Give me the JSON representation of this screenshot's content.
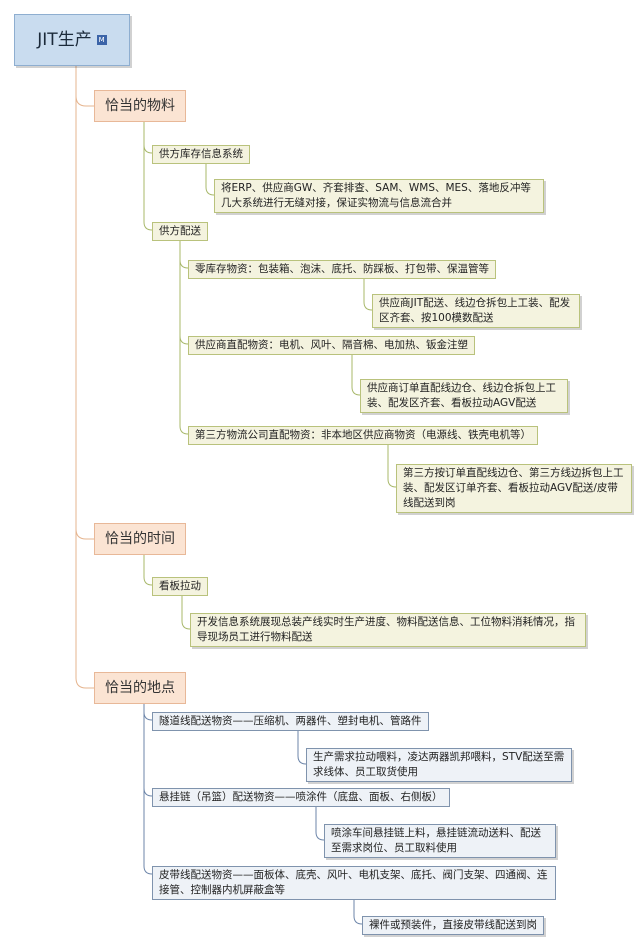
{
  "root": {
    "title": "JIT生产",
    "marker": "M"
  },
  "categories": [
    {
      "label": "恰当的物料"
    },
    {
      "label": "恰当的时间"
    },
    {
      "label": "恰当的地点"
    }
  ],
  "material": {
    "supplier_stock": "供方库存信息系统",
    "supplier_stock_desc": "将ERP、供应商GW、齐套排查、SAM、WMS、MES、落地反冲等几大系统进行无缝对接，保证实物流与信息流合并",
    "supplier_delivery": "供方配送",
    "zero_stock": "零库存物资：包装箱、泡沫、底托、防踩板、打包带、保温管等",
    "zero_stock_desc": "供应商JIT配送、线边仓拆包上工装、配发区齐套、按100模数配送",
    "direct": "供应商直配物资：电机、风叶、隔音棉、电加热、钣金注塑",
    "direct_desc": "供应商订单直配线边仓、线边仓拆包上工装、配发区齐套、看板拉动AGV配送",
    "third_party": "第三方物流公司直配物资：非本地区供应商物资（电源线、铁壳电机等）",
    "third_party_desc": "第三方按订单直配线边仓、第三方线边拆包上工装、配发区订单齐套、看板拉动AGV配送/皮带线配送到岗"
  },
  "time": {
    "kanban": "看板拉动",
    "kanban_desc": "开发信息系统展现总装产线实时生产进度、物料配送信息、工位物料消耗情况，指导现场员工进行物料配送"
  },
  "place": {
    "tunnel": "隧道线配送物资——压缩机、两器件、塑封电机、管路件",
    "tunnel_desc": "生产需求拉动喂料，凌达两器凯邦喂料，STV配送至需求线体、员工取货使用",
    "hanging": "悬挂链（吊篮）配送物资——喷涂件（底盘、面板、右侧板）",
    "hanging_desc": "喷涂车间悬挂链上料，悬挂链流动送料、配送至需求岗位、员工取料使用",
    "belt": "皮带线配送物资——面板体、底壳、风叶、电机支架、底托、阀门支架、四通阀、连接管、控制器内机屏蔽盒等",
    "belt_desc": "裸件或预装件，直接皮带线配送到岗"
  }
}
